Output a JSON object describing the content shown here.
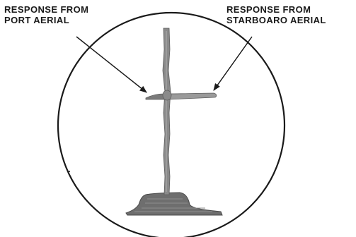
{
  "labels": {
    "port": {
      "line1": "RESPONSE FROM",
      "line2": "PORT AERIAL"
    },
    "starboard": {
      "line1": "RESPONSE FROM",
      "line2": "STARBOARO AERIAL"
    }
  },
  "colors": {
    "ink": "#1a1a1a",
    "trace": "#8a8a8a",
    "trace_dark": "#5e5e5e",
    "background": "#ffffff"
  }
}
